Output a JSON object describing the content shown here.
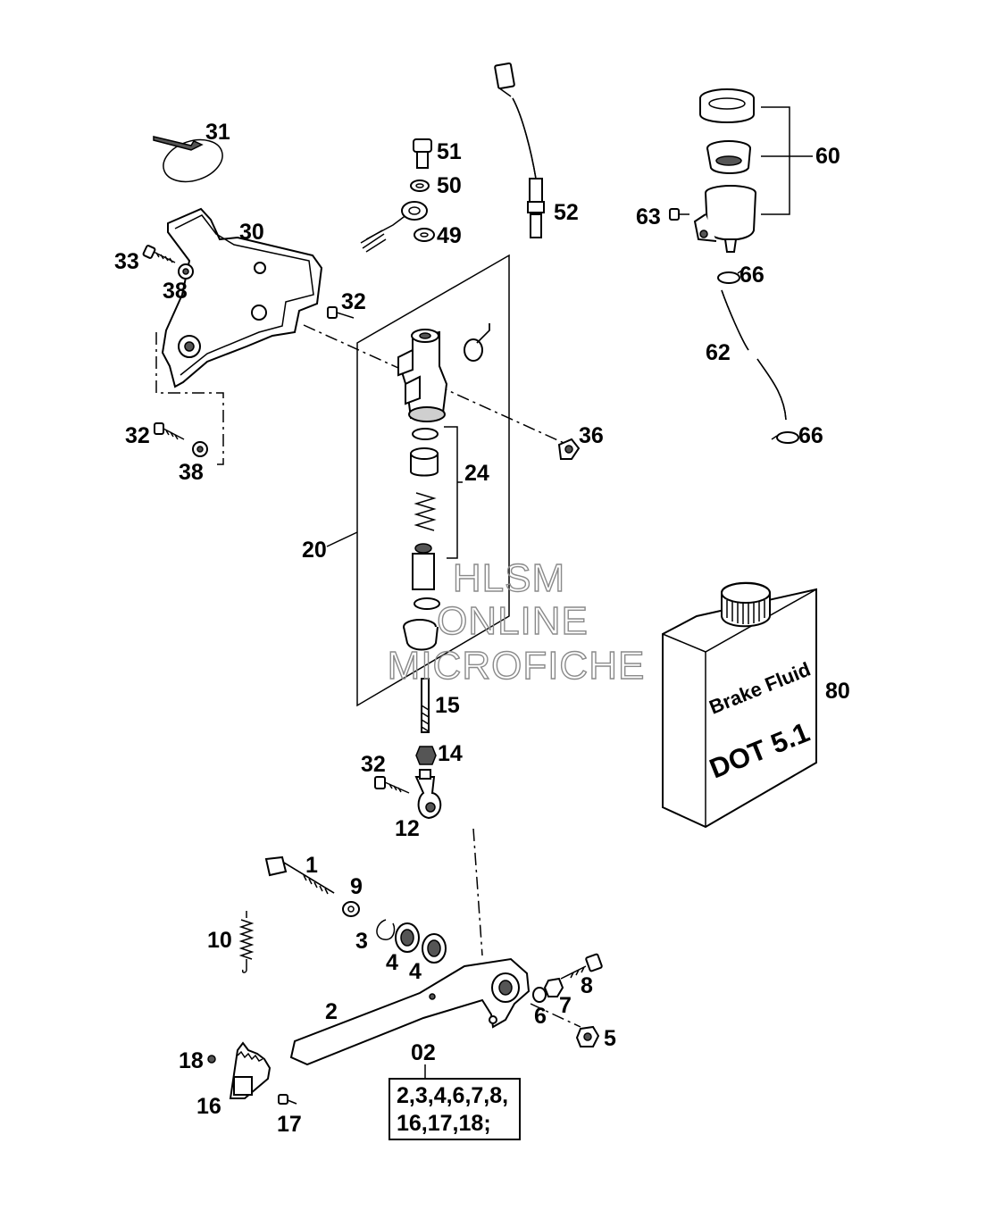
{
  "labels": {
    "p31": "31",
    "p30": "30",
    "p33": "33",
    "p38a": "38",
    "p32a": "32",
    "p32b": "32",
    "p38b": "38",
    "p51": "51",
    "p50": "50",
    "p49": "49",
    "p52": "52",
    "p60": "60",
    "p63": "63",
    "p66a": "66",
    "p62": "62",
    "p66b": "66",
    "p36": "36",
    "p24": "24",
    "p20": "20",
    "p15": "15",
    "p14": "14",
    "p32c": "32",
    "p12": "12",
    "p80": "80",
    "p1": "1",
    "p9": "9",
    "p10": "10",
    "p3": "3",
    "p4a": "4",
    "p4b": "4",
    "p8": "8",
    "p7": "7",
    "p6": "6",
    "p2": "2",
    "p5": "5",
    "p18": "18",
    "p16": "16",
    "p17": "17",
    "p02": "02"
  },
  "kit_box": {
    "line1": "2,3,4,6,7,8,",
    "line2": "16,17,18;"
  },
  "fluid_can": {
    "line1": "Brake Fluid",
    "line2": "DOT 5.1"
  },
  "watermark": {
    "line1": "HLSM",
    "line2": "ONLINE",
    "line3": "MICROFICHE"
  }
}
